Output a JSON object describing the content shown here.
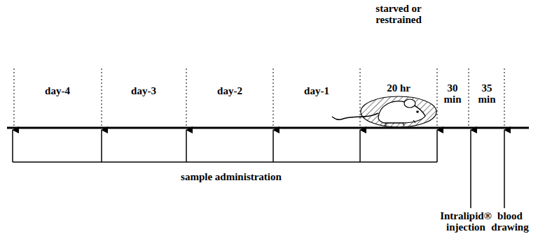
{
  "diagram": {
    "labels": [
      "starved or restrained",
      "day-4",
      "day-3",
      "day-2",
      "day-1",
      "20 hr",
      "30 min",
      "35 min",
      "sample administration",
      "Intralipid® injection",
      "blood drawing"
    ]
  }
}
